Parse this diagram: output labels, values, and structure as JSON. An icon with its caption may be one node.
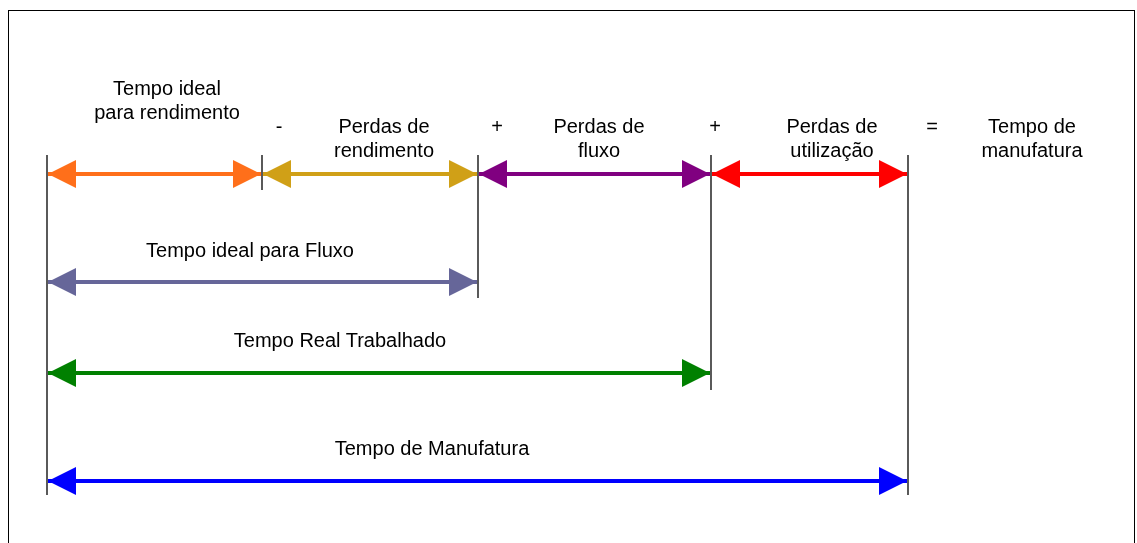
{
  "diagram": {
    "labels": [
      "Tempo ideal para rendimento",
      "-",
      "Perdas de rendimento",
      "+",
      "Perdas de fluxo",
      "+",
      "Perdas de utilização",
      "=",
      "Tempo de manufatura",
      "Tempo ideal para Fluxo",
      "Tempo Real Trabalhado",
      "Tempo de Manufatura"
    ]
  }
}
